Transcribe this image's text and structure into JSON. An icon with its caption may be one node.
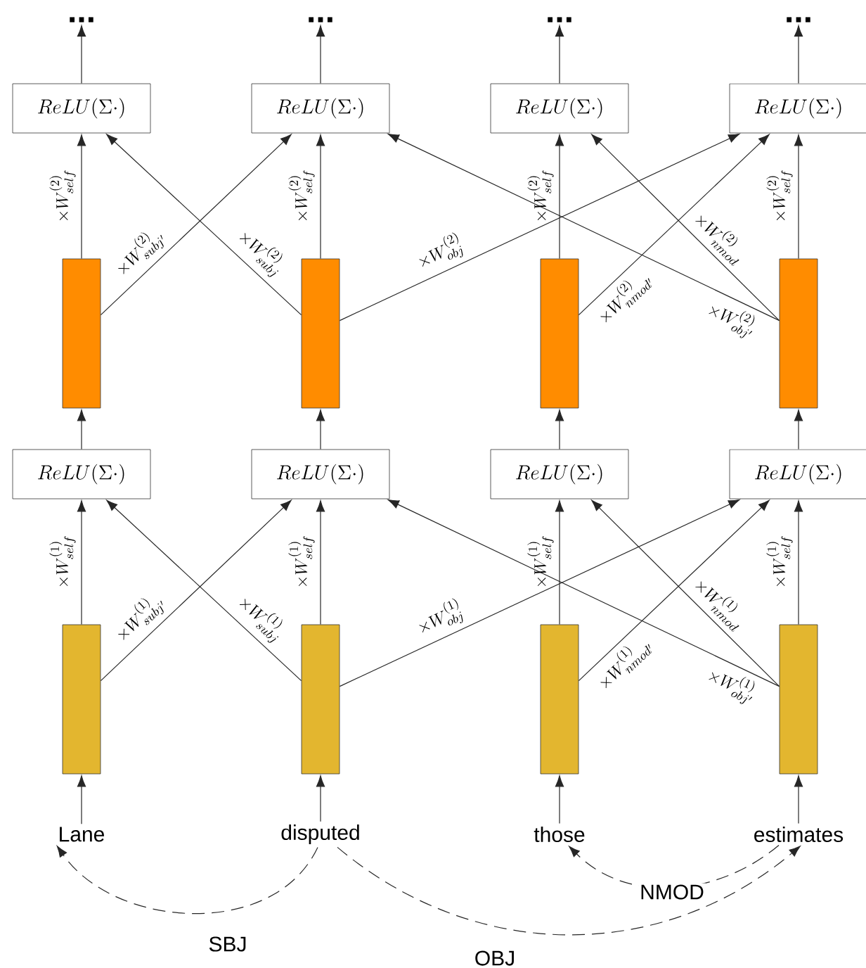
{
  "diagram": {
    "nodes": [
      {
        "text": [
          "..."
        ]
      },
      {
        "text": [
          "..."
        ]
      },
      {
        "text": [
          "..."
        ]
      },
      {
        "text": [
          "..."
        ]
      },
      {
        "text": [
          "ReLU(\\Sigma\\cdot)"
        ]
      },
      {
        "text": [
          "ReLU(\\Sigma\\cdot)"
        ]
      },
      {
        "text": [
          "ReLU(\\Sigma\\cdot)"
        ]
      },
      {
        "text": [
          "ReLU(\\Sigma\\cdot)"
        ]
      },
      {
        "text": [],
        "shape": "bar"
      },
      {
        "text": [],
        "shape": "bar"
      },
      {
        "text": [],
        "shape": "bar"
      },
      {
        "text": [],
        "shape": "bar"
      },
      {
        "text": [
          "ReLU(\\Sigma\\cdot)"
        ]
      },
      {
        "text": [
          "ReLU(\\Sigma\\cdot)"
        ]
      },
      {
        "text": [
          "ReLU(\\Sigma\\cdot)"
        ]
      },
      {
        "text": [
          "ReLU(\\Sigma\\cdot)"
        ]
      },
      {
        "text": [],
        "shape": "bar"
      },
      {
        "text": [],
        "shape": "bar"
      },
      {
        "text": [],
        "shape": "bar"
      },
      {
        "text": [],
        "shape": "bar"
      },
      {
        "text": [
          "Lane"
        ]
      },
      {
        "text": [
          "disputed"
        ]
      },
      {
        "text": [
          "those"
        ]
      },
      {
        "text": [
          "estimates"
        ]
      }
    ],
    "edges": [
      {
        "from": 20,
        "to": 16,
        "arrow": "to"
      },
      {
        "from": 21,
        "to": 17,
        "arrow": "to"
      },
      {
        "from": 22,
        "to": 18,
        "arrow": "to"
      },
      {
        "from": 23,
        "to": 19,
        "arrow": "to"
      },
      {
        "from": 16,
        "to": 12,
        "arrow": "to",
        "label": "\\times W^{(1)}_{self}"
      },
      {
        "from": 17,
        "to": 13,
        "arrow": "to",
        "label": "\\times W^{(1)}_{self}"
      },
      {
        "from": 18,
        "to": 14,
        "arrow": "to",
        "label": "\\times W^{(1)}_{self}"
      },
      {
        "from": 19,
        "to": 15,
        "arrow": "to",
        "label": "\\times W^{(1)}_{self}"
      },
      {
        "from": 16,
        "to": 13,
        "arrow": "to",
        "label": "\\times W^{(1)}_{subj'}"
      },
      {
        "from": 17,
        "to": 12,
        "arrow": "to",
        "label": "\\times W^{(1)}_{subj}"
      },
      {
        "from": 17,
        "to": 15,
        "arrow": "to",
        "label": "\\times W^{(1)}_{obj}"
      },
      {
        "from": 18,
        "to": 15,
        "arrow": "to",
        "label": "\\times W^{(1)}_{nmod'}"
      },
      {
        "from": 19,
        "to": 14,
        "arrow": "to",
        "label": "\\times W^{(1)}_{nmod}"
      },
      {
        "from": 19,
        "to": 13,
        "arrow": "to",
        "label": "\\times W^{(1)}_{obj'}"
      },
      {
        "from": 12,
        "to": 8,
        "arrow": "to"
      },
      {
        "from": 13,
        "to": 9,
        "arrow": "to"
      },
      {
        "from": 14,
        "to": 10,
        "arrow": "to"
      },
      {
        "from": 15,
        "to": 11,
        "arrow": "to"
      },
      {
        "from": 8,
        "to": 4,
        "arrow": "to",
        "label": "\\times W^{(2)}_{self}"
      },
      {
        "from": 9,
        "to": 5,
        "arrow": "to",
        "label": "\\times W^{(2)}_{self}"
      },
      {
        "from": 10,
        "to": 6,
        "arrow": "to",
        "label": "\\times W^{(2)}_{self}"
      },
      {
        "from": 11,
        "to": 7,
        "arrow": "to",
        "label": "\\times W^{(2)}_{self}"
      },
      {
        "from": 8,
        "to": 5,
        "arrow": "to",
        "label": "\\times W^{(2)}_{subj'}"
      },
      {
        "from": 9,
        "to": 4,
        "arrow": "to",
        "label": "\\times W^{(2)}_{subj}"
      },
      {
        "from": 9,
        "to": 7,
        "arrow": "to",
        "label": "\\times W^{(2)}_{obj}"
      },
      {
        "from": 10,
        "to": 7,
        "arrow": "to",
        "label": "\\times W^{(2)}_{nmod'}"
      },
      {
        "from": 11,
        "to": 6,
        "arrow": "to",
        "label": "\\times W^{(2)}_{nmod}"
      },
      {
        "from": 11,
        "to": 5,
        "arrow": "to",
        "label": "\\times W^{(2)}_{obj'}"
      },
      {
        "from": 4,
        "to": 0,
        "arrow": "to"
      },
      {
        "from": 5,
        "to": 1,
        "arrow": "to"
      },
      {
        "from": 6,
        "to": 2,
        "arrow": "to"
      },
      {
        "from": 7,
        "to": 3,
        "arrow": "to"
      },
      {
        "from": 21,
        "to": 20,
        "arrow": "to",
        "label": "SBJ",
        "style": "dashed"
      },
      {
        "from": 21,
        "to": 23,
        "arrow": "to",
        "label": "OBJ",
        "style": "dashed"
      },
      {
        "from": 23,
        "to": 22,
        "arrow": "to",
        "label": "NMOD",
        "style": "dashed"
      }
    ]
  }
}
